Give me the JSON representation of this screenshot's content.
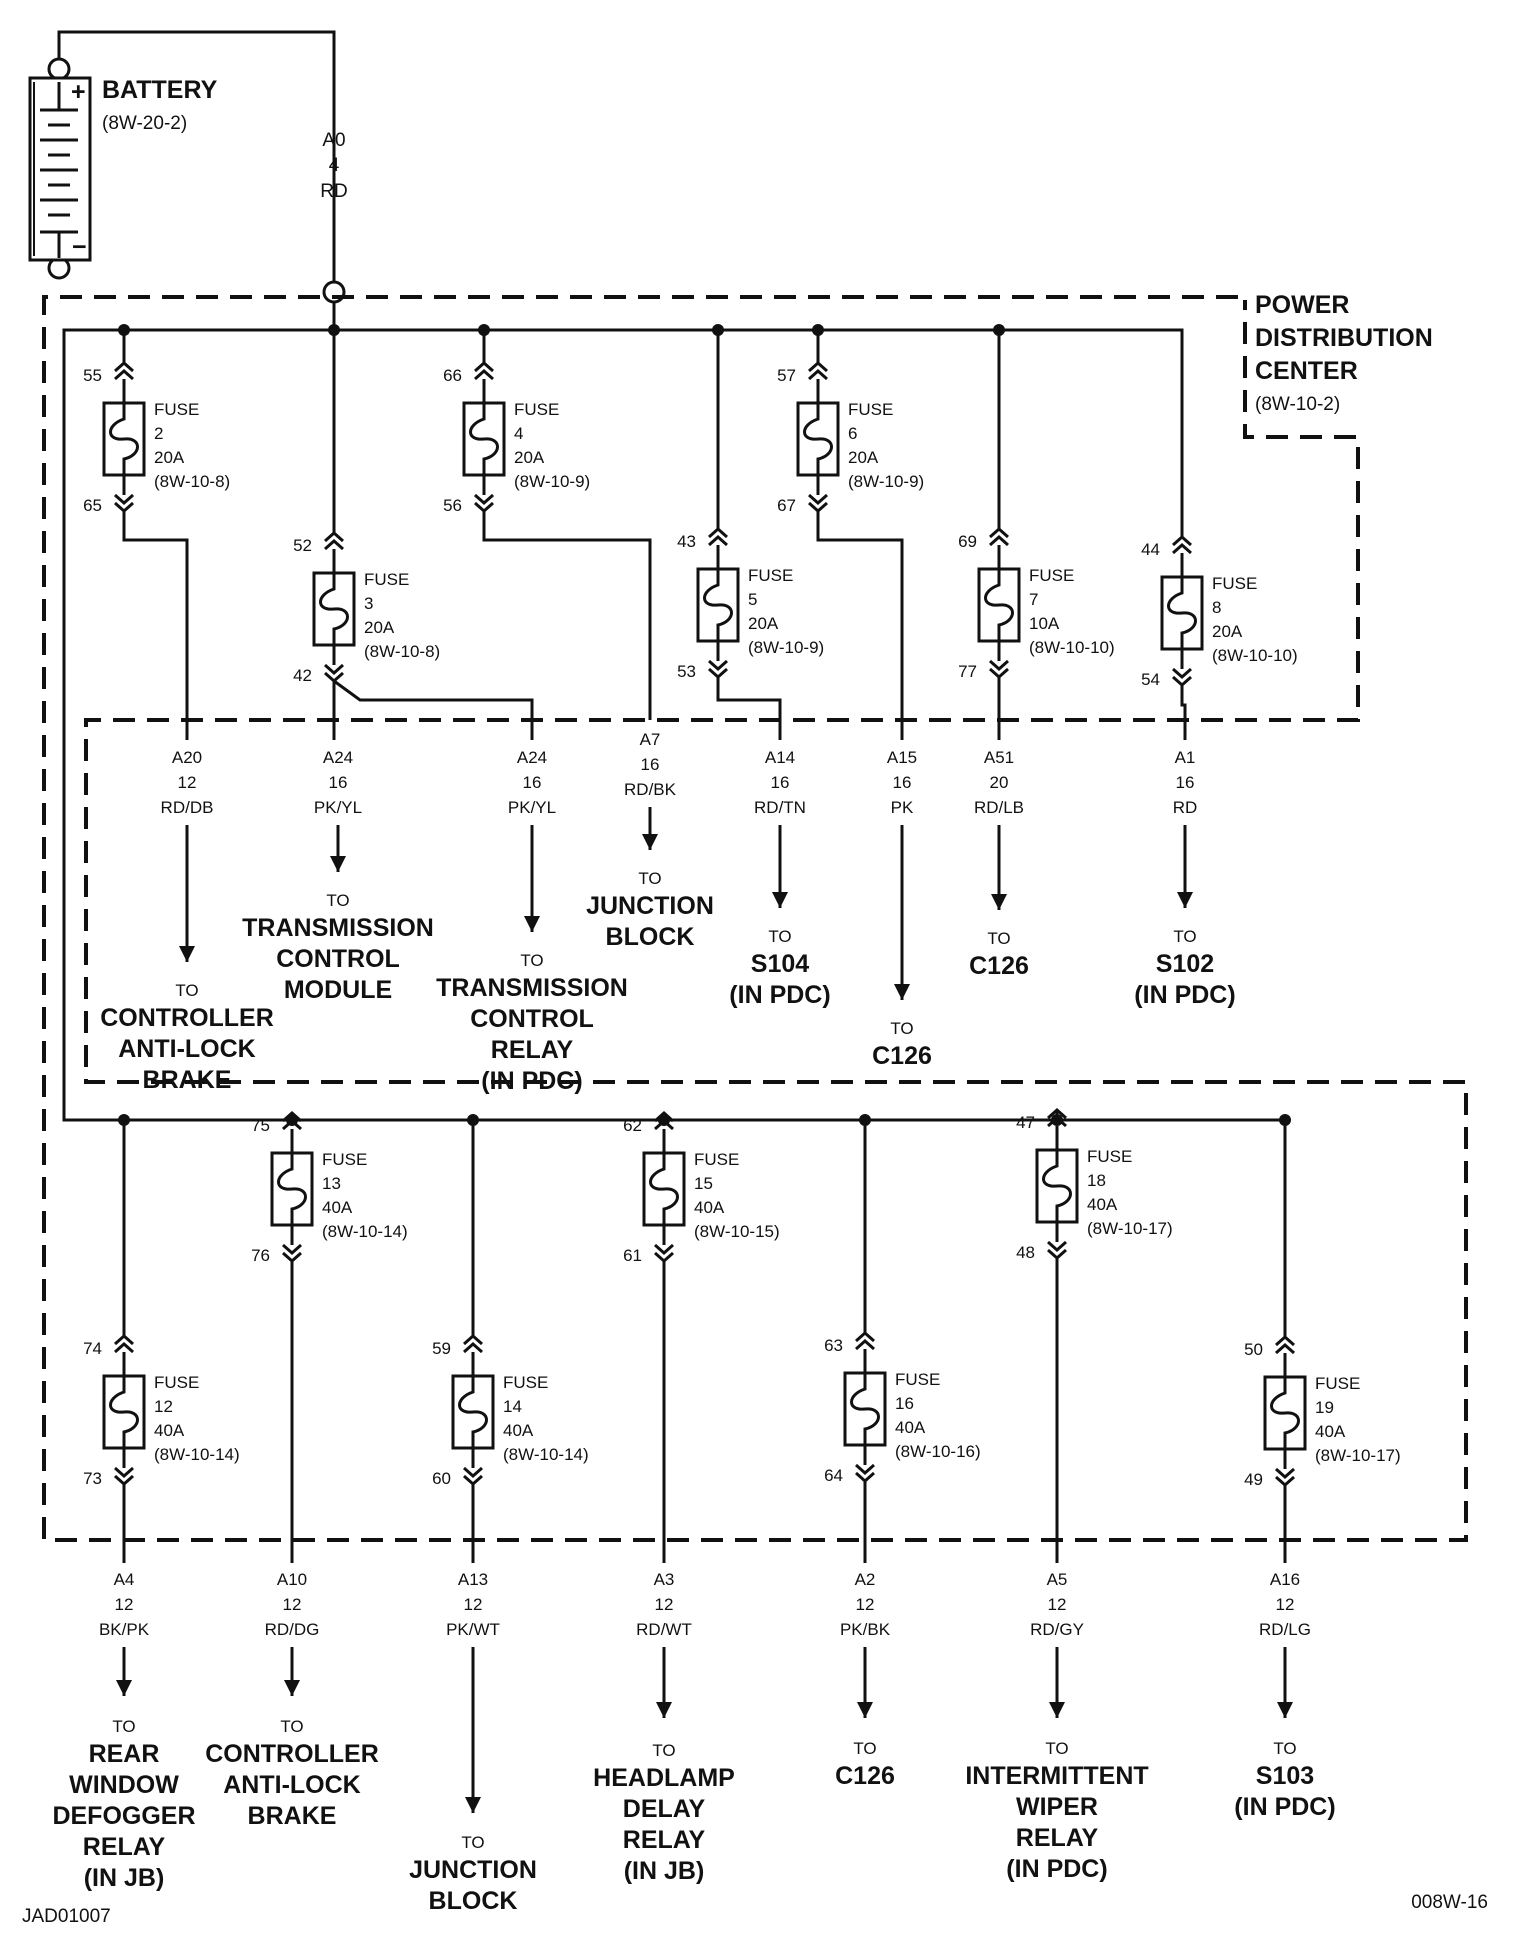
{
  "battery": {
    "title": "BATTERY",
    "ref": "(8W-20-2)",
    "plus": "+",
    "minus": "−"
  },
  "feed": {
    "circuit": "A0",
    "gauge": "4",
    "color": "RD"
  },
  "pdc": {
    "line1": "POWER",
    "line2": "DISTRIBUTION",
    "line3": "CENTER",
    "ref": "(8W-10-2)"
  },
  "fuse_word": "FUSE",
  "to_word": "TO",
  "upper_fuses": [
    {
      "num": "2",
      "amp": "20A",
      "ref": "(8W-10-8)",
      "pin_in": "55",
      "pin_out": "65"
    },
    {
      "num": "3",
      "amp": "20A",
      "ref": "(8W-10-8)",
      "pin_in": "52",
      "pin_out": "42"
    },
    {
      "num": "4",
      "amp": "20A",
      "ref": "(8W-10-9)",
      "pin_in": "66",
      "pin_out": "56"
    },
    {
      "num": "5",
      "amp": "20A",
      "ref": "(8W-10-9)",
      "pin_in": "43",
      "pin_out": "53"
    },
    {
      "num": "6",
      "amp": "20A",
      "ref": "(8W-10-9)",
      "pin_in": "57",
      "pin_out": "67"
    },
    {
      "num": "7",
      "amp": "10A",
      "ref": "(8W-10-10)",
      "pin_in": "69",
      "pin_out": "77"
    },
    {
      "num": "8",
      "amp": "20A",
      "ref": "(8W-10-10)",
      "pin_in": "44",
      "pin_out": "54"
    }
  ],
  "upper_outputs": [
    {
      "circuit": "A20",
      "gauge": "12",
      "color": "RD/DB",
      "dest": [
        "CONTROLLER",
        "ANTI-LOCK",
        "BRAKE"
      ]
    },
    {
      "circuit": "A24",
      "gauge": "16",
      "color": "PK/YL",
      "dest": [
        "TRANSMISSION",
        "CONTROL",
        "MODULE"
      ]
    },
    {
      "circuit": "A24",
      "gauge": "16",
      "color": "PK/YL",
      "dest": [
        "TRANSMISSION",
        "CONTROL",
        "RELAY",
        "(IN PDC)"
      ]
    },
    {
      "circuit": "A7",
      "gauge": "16",
      "color": "RD/BK",
      "dest": [
        "JUNCTION",
        "BLOCK"
      ]
    },
    {
      "circuit": "A14",
      "gauge": "16",
      "color": "RD/TN",
      "dest": [
        "S104",
        "(IN PDC)"
      ]
    },
    {
      "circuit": "A15",
      "gauge": "16",
      "color": "PK",
      "dest": [
        "C126"
      ]
    },
    {
      "circuit": "A51",
      "gauge": "20",
      "color": "RD/LB",
      "dest": [
        "C126"
      ]
    },
    {
      "circuit": "A1",
      "gauge": "16",
      "color": "RD",
      "dest": [
        "S102",
        "(IN PDC)"
      ]
    }
  ],
  "lower_fuses": [
    {
      "num": "12",
      "amp": "40A",
      "ref": "(8W-10-14)",
      "pin_in": "74",
      "pin_out": "73"
    },
    {
      "num": "13",
      "amp": "40A",
      "ref": "(8W-10-14)",
      "pin_in": "75",
      "pin_out": "76"
    },
    {
      "num": "14",
      "amp": "40A",
      "ref": "(8W-10-14)",
      "pin_in": "59",
      "pin_out": "60"
    },
    {
      "num": "15",
      "amp": "40A",
      "ref": "(8W-10-15)",
      "pin_in": "62",
      "pin_out": "61"
    },
    {
      "num": "16",
      "amp": "40A",
      "ref": "(8W-10-16)",
      "pin_in": "63",
      "pin_out": "64"
    },
    {
      "num": "18",
      "amp": "40A",
      "ref": "(8W-10-17)",
      "pin_in": "47",
      "pin_out": "48"
    },
    {
      "num": "19",
      "amp": "40A",
      "ref": "(8W-10-17)",
      "pin_in": "50",
      "pin_out": "49"
    }
  ],
  "lower_outputs": [
    {
      "circuit": "A4",
      "gauge": "12",
      "color": "BK/PK",
      "dest": [
        "REAR",
        "WINDOW",
        "DEFOGGER",
        "RELAY",
        "(IN JB)"
      ]
    },
    {
      "circuit": "A10",
      "gauge": "12",
      "color": "RD/DG",
      "dest": [
        "CONTROLLER",
        "ANTI-LOCK",
        "BRAKE"
      ]
    },
    {
      "circuit": "A13",
      "gauge": "12",
      "color": "PK/WT",
      "dest": [
        "JUNCTION",
        "BLOCK"
      ]
    },
    {
      "circuit": "A3",
      "gauge": "12",
      "color": "RD/WT",
      "dest": [
        "HEADLAMP",
        "DELAY",
        "RELAY",
        "(IN JB)"
      ]
    },
    {
      "circuit": "A2",
      "gauge": "12",
      "color": "PK/BK",
      "dest": [
        "C126"
      ]
    },
    {
      "circuit": "A5",
      "gauge": "12",
      "color": "RD/GY",
      "dest": [
        "INTERMITTENT",
        "WIPER",
        "RELAY",
        "(IN PDC)"
      ]
    },
    {
      "circuit": "A16",
      "gauge": "12",
      "color": "RD/LG",
      "dest": [
        "S103",
        "(IN PDC)"
      ]
    }
  ],
  "footer": {
    "left": "JAD01007",
    "right": "008W-16"
  }
}
